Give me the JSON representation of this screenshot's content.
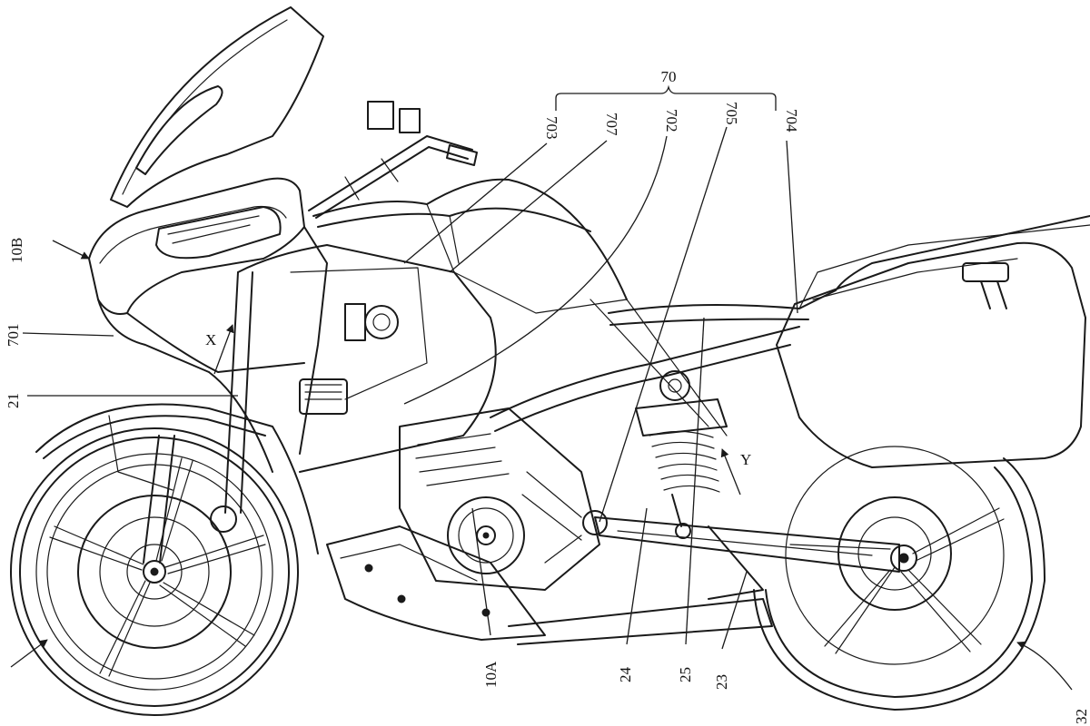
{
  "labels": {
    "l70": "70",
    "l703": "703",
    "l707": "707",
    "l702": "702",
    "l705": "705",
    "l704": "704",
    "l10B": "10B",
    "l701": "701",
    "l21": "21",
    "lX": "X",
    "lY": "Y",
    "l10A": "10A",
    "l24": "24",
    "l25": "25",
    "l23": "23",
    "l32": "32"
  }
}
